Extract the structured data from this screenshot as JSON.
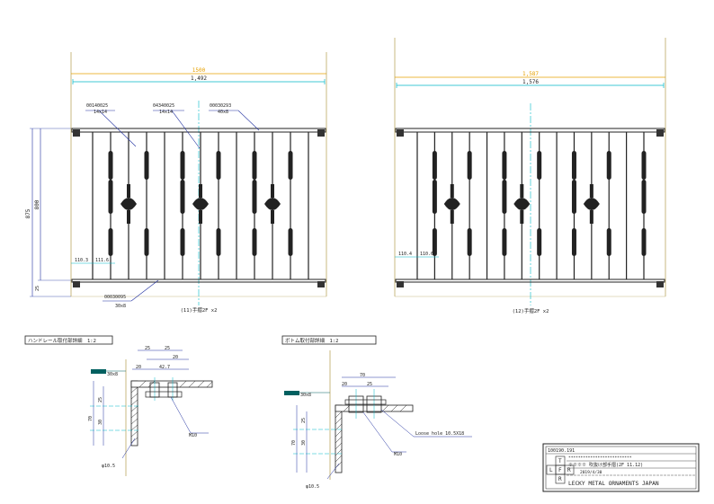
{
  "drawing_a": {
    "overall_width": "1500",
    "inner_width": "1,492",
    "part_top_left": "00140025",
    "size_top_left": "14x14",
    "part_top_center": "04340025",
    "size_top_center": "14x14",
    "part_top_right": "00030293",
    "size_top_right": "40x8",
    "height_total": "875",
    "height_main": "800",
    "height_bottom": "25",
    "spacing_left": "110.3",
    "spacing_right": "111.6",
    "part_bottom": "00030095",
    "size_bottom": "30x8",
    "caption": "(11)手摺2F x2"
  },
  "drawing_b": {
    "overall_width": "1,587",
    "inner_width": "1,576",
    "spacing_left": "110.4",
    "spacing_right": "110.6",
    "caption": "(12)手摺2F x2"
  },
  "detail_a": {
    "title": "ハンドレール取付部詳細　1:2",
    "flat_bar": "30x8",
    "dim_25a": "25",
    "dim_25b": "25",
    "dim_20": "20",
    "dim_427": "42.7",
    "dim_v25": "25",
    "dim_v70": "70",
    "dim_v30": "30",
    "bolt": "M10",
    "hole": "φ10.5"
  },
  "detail_b": {
    "title": "ボトム取付部詳細　1:2",
    "flat_bar": "30x8",
    "dim_70": "70",
    "dim_20": "20",
    "dim_25": "25",
    "dim_v25": "25",
    "dim_v70": "70",
    "dim_v30": "30",
    "loose_hole": "Loose hole 10.5X18",
    "bolt": "M10",
    "hole": "φ10.5"
  },
  "title_block": {
    "code": "100190.191",
    "stars": "**************************",
    "project": "※※※※ 吹抜け部手摺(2F 11.12)",
    "date": "2019/4/30",
    "company": "LECKY METAL ORNAMENTS JAPAN",
    "box_t": "T",
    "box_l": "L",
    "box_f": "F",
    "box_r1": "R",
    "box_r2": "R"
  },
  "colors": {
    "frame": "#c8b882",
    "dim_orange": "#e6a000",
    "dim_cyan": "#00b8c8",
    "leader_blue": "#2030a0",
    "dark": "#222222",
    "title_green": "#006060"
  }
}
